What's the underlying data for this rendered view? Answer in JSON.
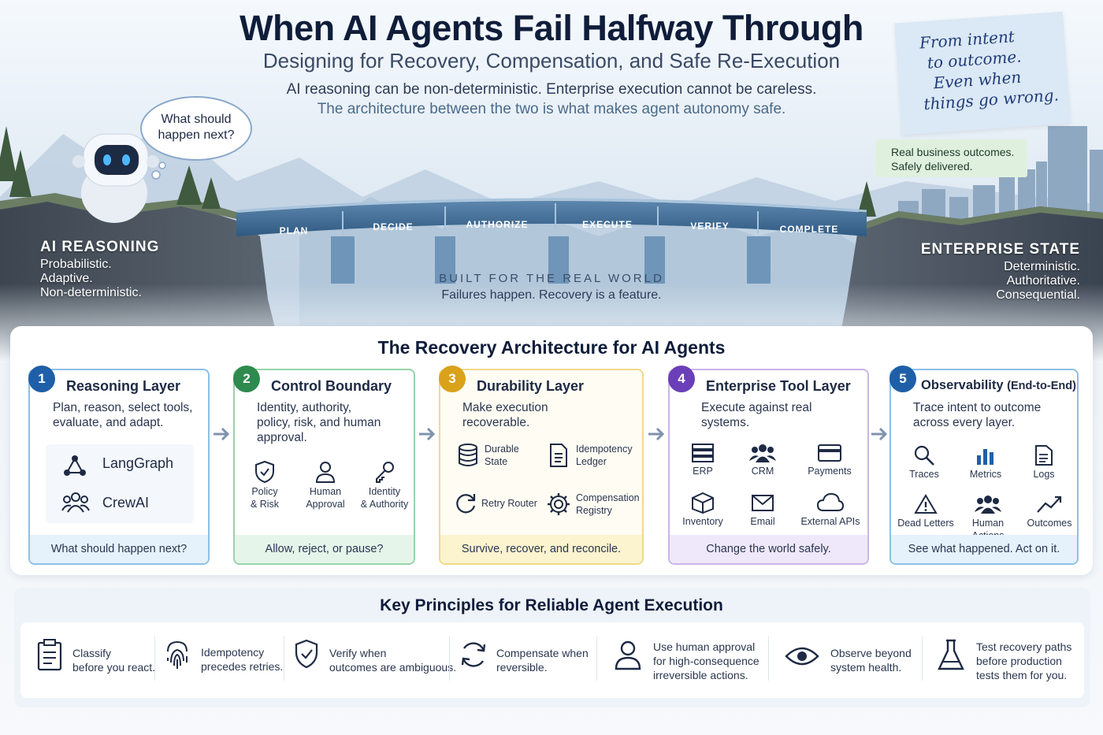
{
  "header": {
    "title": "When AI Agents Fail Halfway Through",
    "subtitle": "Designing for Recovery, Compensation, and Safe Re-Execution",
    "tagline1": "AI reasoning can be non-deterministic. Enterprise execution cannot be careless.",
    "tagline2": "The architecture between the two is what makes agent autonomy safe."
  },
  "note": [
    "From intent",
    "to outcome.",
    "Even when",
    "things go wrong."
  ],
  "bubble": {
    "l1": "What should",
    "l2": "happen next?"
  },
  "left": {
    "title": "AI REASONING",
    "l1": "Probabilistic.",
    "l2": "Adaptive.",
    "l3": "Non-deterministic."
  },
  "right": {
    "title": "ENTERPRISE STATE",
    "l1": "Deterministic.",
    "l2": "Authoritative.",
    "l3": "Consequential."
  },
  "outcome": {
    "l1": "Real business outcomes.",
    "l2": "Safely delivered."
  },
  "bridge": {
    "steps": [
      "PLAN",
      "DECIDE",
      "AUTHORIZE",
      "EXECUTE",
      "VERIFY",
      "COMPLETE"
    ],
    "built": "BUILT FOR THE REAL WORLD",
    "tagline": "Failures happen. Recovery is a feature."
  },
  "arch": {
    "title": "The Recovery Architecture for AI Agents",
    "cards": [
      {
        "num": "1",
        "title": "Reasoning Layer",
        "d1": "Plan, reason, select tools,",
        "d2": "evaluate, and adapt.",
        "d3": "",
        "items": [
          {
            "t": "LangGraph",
            "icon": "graph-icon"
          },
          {
            "t": "CrewAI",
            "icon": "users-icon"
          }
        ],
        "footer": "What should happen next?",
        "color": "#1f5fa8"
      },
      {
        "num": "2",
        "title": "Control Boundary",
        "d1": "Identity, authority,",
        "d2": "policy, risk, and human",
        "d3": "approval.",
        "items": [
          {
            "t1": "Policy",
            "t2": "& Risk",
            "icon": "shield-icon"
          },
          {
            "t1": "Human",
            "t2": "Approval",
            "icon": "person-icon"
          },
          {
            "t1": "Identity",
            "t2": "& Authority",
            "icon": "key-icon"
          }
        ],
        "footer": "Allow, reject, or pause?",
        "color": "#2e8a4e"
      },
      {
        "num": "3",
        "title": "Durability Layer",
        "d1": "Make execution",
        "d2": "recoverable.",
        "d3": "",
        "items": [
          {
            "t1": "Durable",
            "t2": "State",
            "icon": "database-icon"
          },
          {
            "t1": "Idempotency",
            "t2": "Ledger",
            "icon": "document-icon"
          },
          {
            "t1": "Retry Router",
            "t2": "",
            "icon": "retry-icon"
          },
          {
            "t1": "Compensation",
            "t2": "Registry",
            "icon": "gear-icon"
          }
        ],
        "footer": "Survive, recover, and reconcile.",
        "color": "#d9a21a"
      },
      {
        "num": "4",
        "title": "Enterprise Tool Layer",
        "d1": "Execute against real",
        "d2": "systems.",
        "d3": "",
        "items": [
          {
            "t": "ERP",
            "icon": "server-icon"
          },
          {
            "t": "CRM",
            "icon": "group-icon"
          },
          {
            "t": "Payments",
            "icon": "card-icon"
          },
          {
            "t": "Inventory",
            "icon": "box-icon"
          },
          {
            "t": "Email",
            "icon": "mail-icon"
          },
          {
            "t": "External APIs",
            "icon": "cloud-icon"
          }
        ],
        "footer": "Change the world safely.",
        "color": "#6a3fb8"
      },
      {
        "num": "5",
        "title": "Observability",
        "title2": "(End-to-End)",
        "d1": "Trace intent to outcome",
        "d2": "across every layer.",
        "d3": "",
        "items": [
          {
            "t": "Traces",
            "icon": "search-icon"
          },
          {
            "t": "Metrics",
            "icon": "bars-icon"
          },
          {
            "t": "Logs",
            "icon": "log-icon"
          },
          {
            "t": "Dead Letters",
            "icon": "warning-icon"
          },
          {
            "t": "Human Actions",
            "icon": "group-icon"
          },
          {
            "t": "Outcomes",
            "icon": "trend-icon"
          }
        ],
        "footer": "See what happened. Act on it.",
        "color": "#1f5fa8"
      }
    ]
  },
  "principles": {
    "title": "Key Principles for Reliable Agent Execution",
    "items": [
      {
        "l1": "Classify",
        "l2": "before you react.",
        "l3": "",
        "icon": "clipboard-icon"
      },
      {
        "l1": "Idempotency",
        "l2": "precedes retries.",
        "l3": "",
        "icon": "fingerprint-icon"
      },
      {
        "l1": "Verify when",
        "l2": "outcomes are ambiguous.",
        "l3": "",
        "icon": "shield-icon"
      },
      {
        "l1": "Compensate when",
        "l2": "reversible.",
        "l3": "",
        "icon": "sync-icon"
      },
      {
        "l1": "Use human approval",
        "l2": "for high-consequence",
        "l3": "irreversible actions.",
        "icon": "person-icon"
      },
      {
        "l1": "Observe beyond",
        "l2": "system health.",
        "l3": "",
        "icon": "eye-icon"
      },
      {
        "l1": "Test recovery paths",
        "l2": "before production",
        "l3": "tests them for you.",
        "icon": "flask-icon"
      }
    ]
  }
}
